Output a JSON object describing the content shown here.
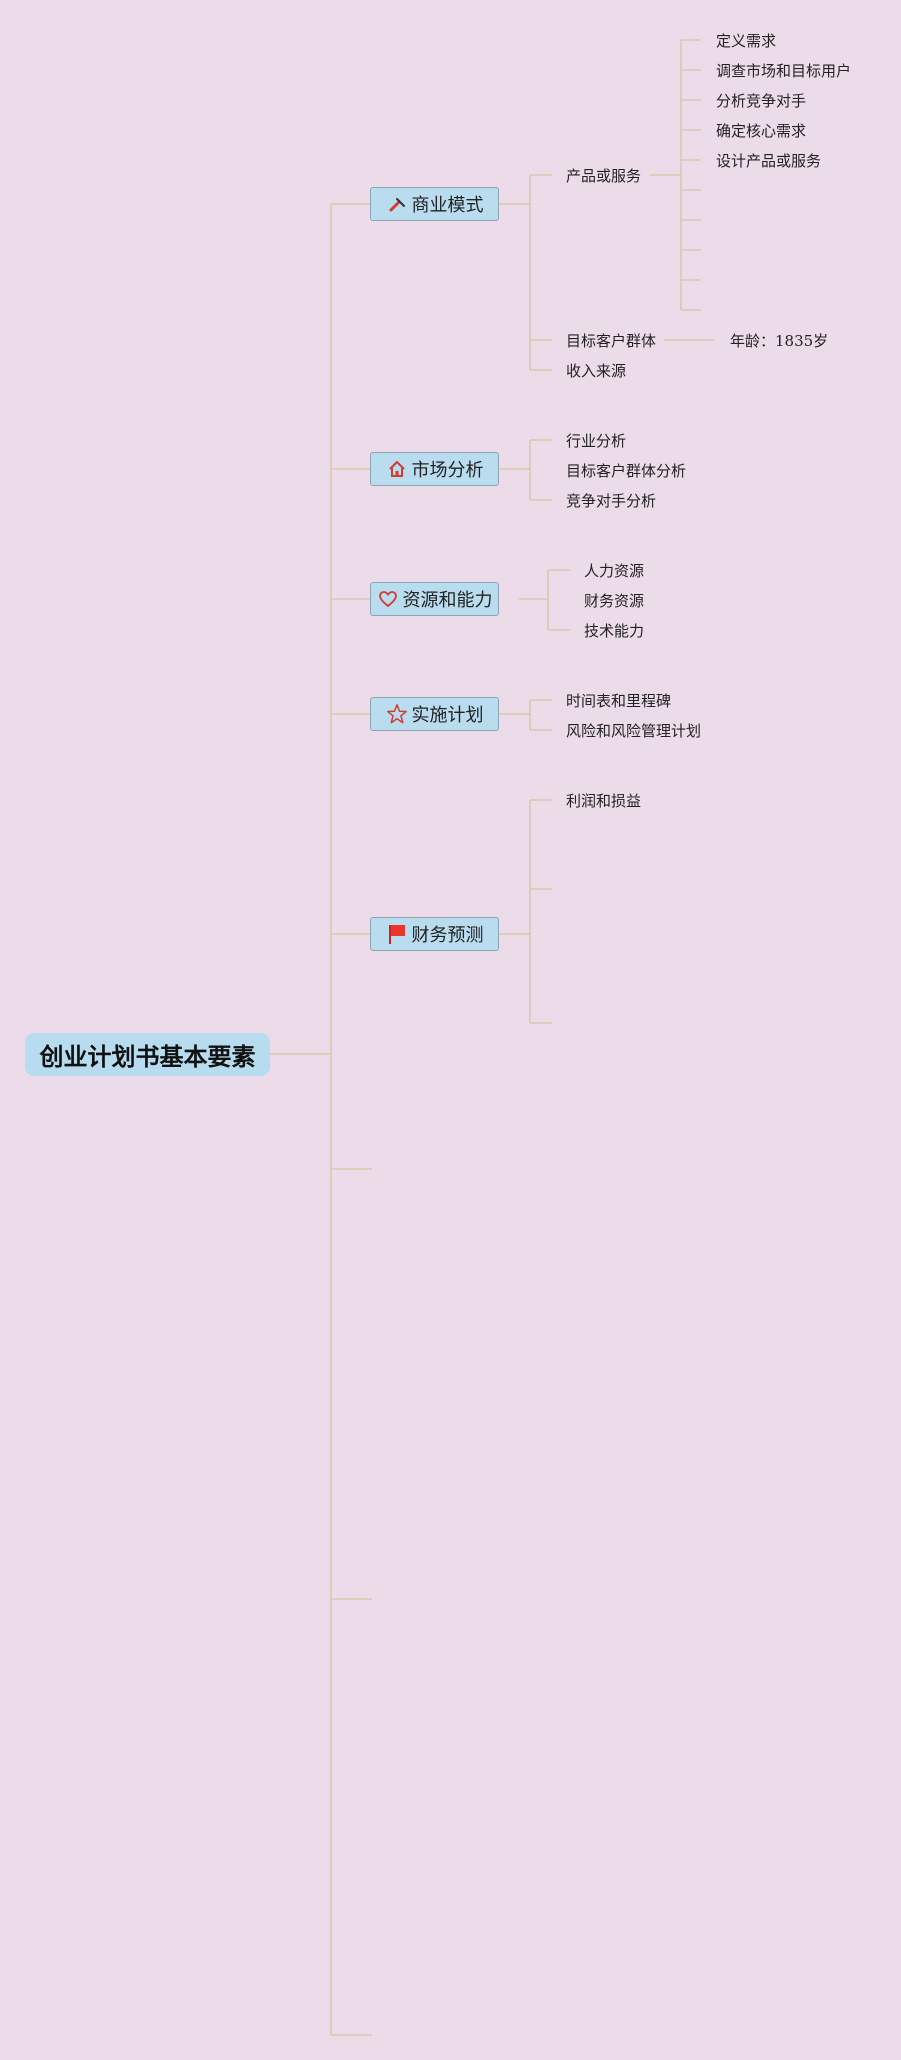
{
  "root": {
    "label": "创业计划书基本要素"
  },
  "topics": [
    {
      "label": "商业模式",
      "icon": "wrench-icon",
      "children": [
        {
          "label": "产品或服务",
          "children": [
            "定义需求",
            "调查市场和目标用户",
            "分析竞争对手",
            "确定核心需求",
            "设计产品或服务"
          ]
        },
        {
          "label": "目标客户群体",
          "children": [
            "年龄：1835岁"
          ]
        },
        {
          "label": "收入来源"
        }
      ]
    },
    {
      "label": "市场分析",
      "icon": "house-icon",
      "children": [
        {
          "label": "行业分析"
        },
        {
          "label": "目标客户群体分析"
        },
        {
          "label": "竞争对手分析"
        }
      ]
    },
    {
      "label": "资源和能力",
      "icon": "heart-icon",
      "children": [
        {
          "label": "人力资源"
        },
        {
          "label": "财务资源"
        },
        {
          "label": "技术能力"
        }
      ]
    },
    {
      "label": "实施计划",
      "icon": "star-icon",
      "children": [
        {
          "label": "时间表和里程碑"
        },
        {
          "label": "风险和风险管理计划"
        }
      ]
    },
    {
      "label": "财务预测",
      "icon": "flag-icon",
      "children": [
        {
          "label": "利润和损益"
        }
      ]
    }
  ],
  "colors": {
    "background": "#ecdcea",
    "topic_fill": "#b9dcef",
    "topic_border": "#8fa5b5",
    "root_fill": "#b7dcef",
    "connector": "#d9c2a2",
    "icon_red": "#d43a2f"
  }
}
